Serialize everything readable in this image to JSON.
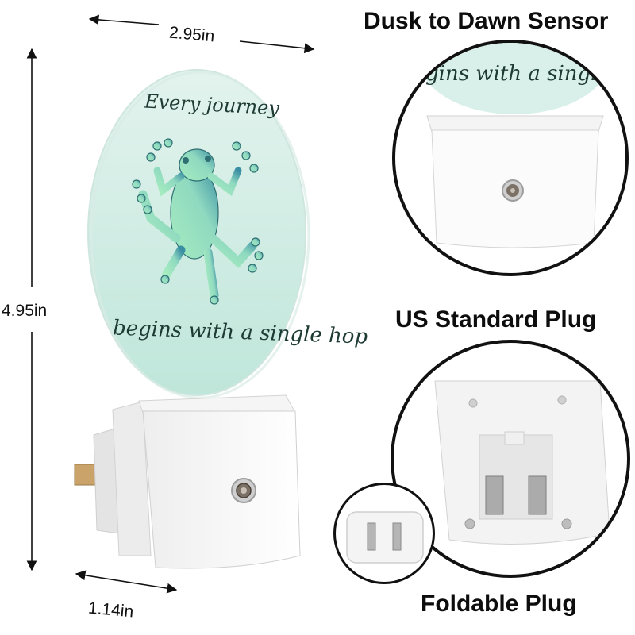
{
  "dimensions": {
    "width_label": "2.95in",
    "height_label": "4.95in",
    "depth_label": "1.14in"
  },
  "night_light": {
    "quote_top": "Every journey",
    "quote_bottom": "begins with a single hop",
    "motif": "frog-illustration"
  },
  "features": {
    "sensor_heading": "Dusk to Dawn Sensor",
    "sensor_zoom_text": "gins with a single h",
    "plug_heading": "US Standard Plug",
    "foldable_heading": "Foldable Plug"
  },
  "colors": {
    "lamp_gradient_top": "#e3f3ee",
    "lamp_gradient_bottom": "#bfe6da",
    "frog_light": "#a6ecc0",
    "frog_dark": "#3b8fa3",
    "text_dark": "#1e3b33"
  }
}
